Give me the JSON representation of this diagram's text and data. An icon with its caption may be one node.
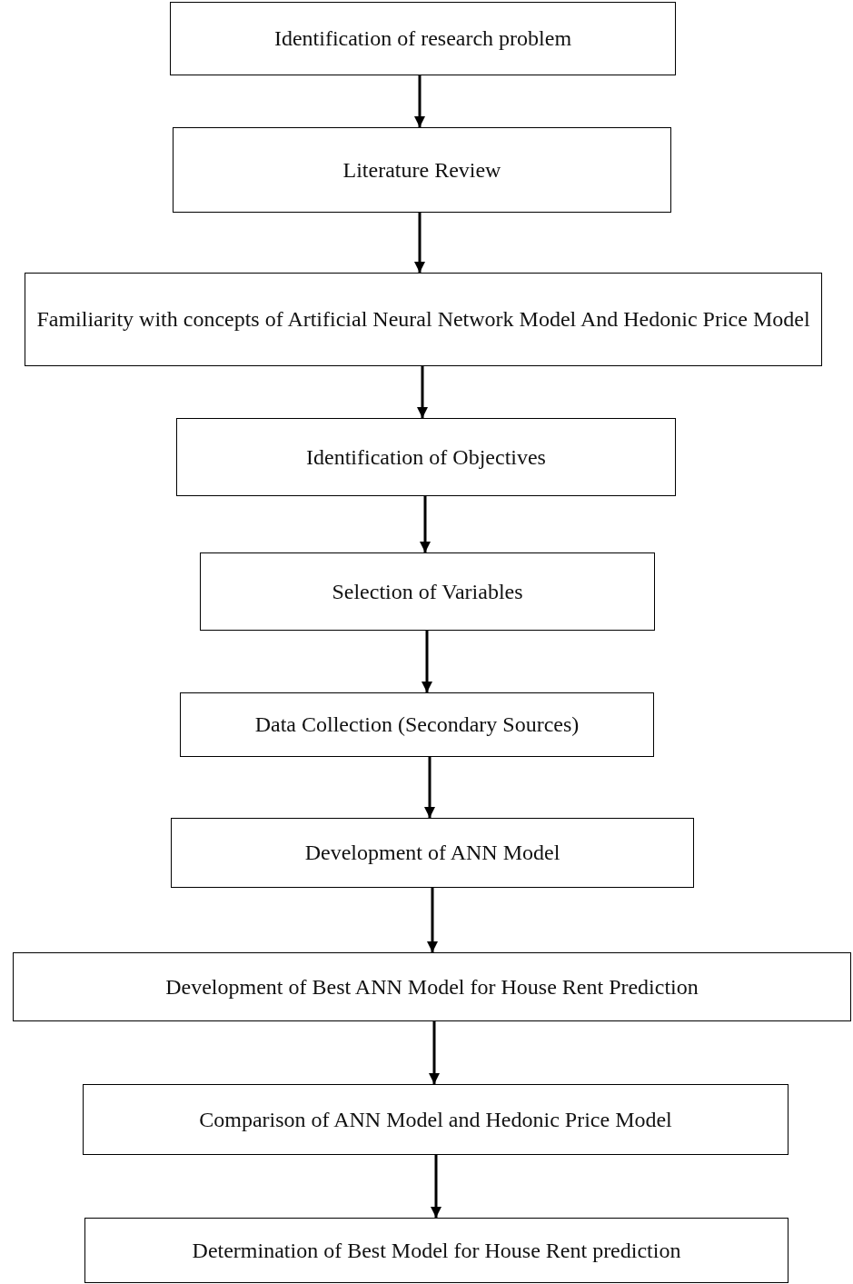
{
  "diagram": {
    "nodes": [
      {
        "text": [
          "Identification of research problem"
        ]
      },
      {
        "text": [
          "Literature Review"
        ]
      },
      {
        "text": [
          "Familiarity with concepts of Artificial Neural Network Model And Hedonic Price Model"
        ]
      },
      {
        "text": [
          "Identification of Objectives"
        ]
      },
      {
        "text": [
          "Selection of Variables"
        ]
      },
      {
        "text": [
          "Data Collection (Secondary Sources)"
        ]
      },
      {
        "text": [
          "Development of ANN Model"
        ]
      },
      {
        "text": [
          "Development of Best ANN Model for House Rent Prediction"
        ]
      },
      {
        "text": [
          "Comparison of ANN Model and Hedonic Price Model"
        ]
      },
      {
        "text": [
          "Determination of Best Model for House Rent prediction"
        ]
      }
    ],
    "edges": [
      {
        "from": 0,
        "to": 1,
        "arrow": "to"
      },
      {
        "from": 1,
        "to": 2,
        "arrow": "to"
      },
      {
        "from": 2,
        "to": 3,
        "arrow": "to"
      },
      {
        "from": 3,
        "to": 4,
        "arrow": "to"
      },
      {
        "from": 4,
        "to": 5,
        "arrow": "to"
      },
      {
        "from": 5,
        "to": 6,
        "arrow": "to"
      },
      {
        "from": 6,
        "to": 7,
        "arrow": "to"
      },
      {
        "from": 7,
        "to": 8,
        "arrow": "to"
      },
      {
        "from": 8,
        "to": 9,
        "arrow": "to"
      }
    ]
  }
}
